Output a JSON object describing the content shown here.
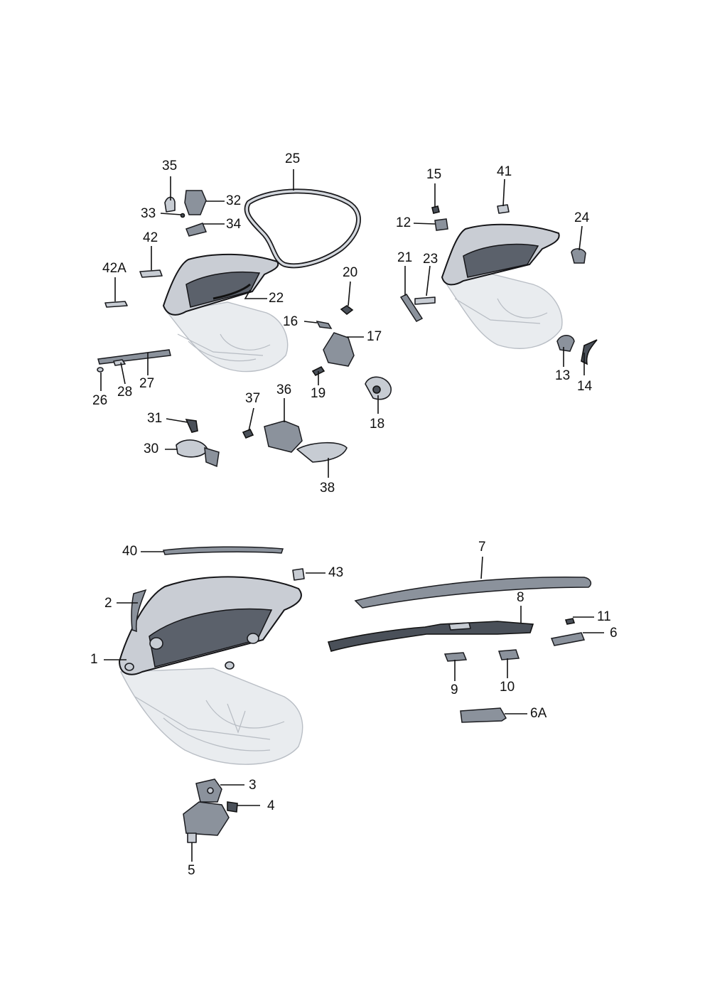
{
  "labels": [
    {
      "id": "35",
      "text": "35"
    },
    {
      "id": "25",
      "text": "25"
    },
    {
      "id": "32",
      "text": "32"
    },
    {
      "id": "33",
      "text": "33"
    },
    {
      "id": "34",
      "text": "34"
    },
    {
      "id": "42",
      "text": "42"
    },
    {
      "id": "42A",
      "text": "42A"
    },
    {
      "id": "20",
      "text": "20"
    },
    {
      "id": "22",
      "text": "22"
    },
    {
      "id": "16",
      "text": "16"
    },
    {
      "id": "17",
      "text": "17"
    },
    {
      "id": "19",
      "text": "19"
    },
    {
      "id": "18",
      "text": "18"
    },
    {
      "id": "27",
      "text": "27"
    },
    {
      "id": "28",
      "text": "28"
    },
    {
      "id": "26",
      "text": "26"
    },
    {
      "id": "37",
      "text": "37"
    },
    {
      "id": "36",
      "text": "36"
    },
    {
      "id": "31",
      "text": "31"
    },
    {
      "id": "30",
      "text": "30"
    },
    {
      "id": "38",
      "text": "38"
    },
    {
      "id": "15",
      "text": "15"
    },
    {
      "id": "41",
      "text": "41"
    },
    {
      "id": "12",
      "text": "12"
    },
    {
      "id": "24",
      "text": "24"
    },
    {
      "id": "21",
      "text": "21"
    },
    {
      "id": "23",
      "text": "23"
    },
    {
      "id": "13",
      "text": "13"
    },
    {
      "id": "14",
      "text": "14"
    },
    {
      "id": "40",
      "text": "40"
    },
    {
      "id": "43",
      "text": "43"
    },
    {
      "id": "7",
      "text": "7"
    },
    {
      "id": "2",
      "text": "2"
    },
    {
      "id": "8",
      "text": "8"
    },
    {
      "id": "11",
      "text": "11"
    },
    {
      "id": "6",
      "text": "6"
    },
    {
      "id": "1",
      "text": "1"
    },
    {
      "id": "9",
      "text": "9"
    },
    {
      "id": "10",
      "text": "10"
    },
    {
      "id": "6A",
      "text": "6A"
    },
    {
      "id": "3",
      "text": "3"
    },
    {
      "id": "4",
      "text": "4"
    },
    {
      "id": "5",
      "text": "5"
    }
  ],
  "colors": {
    "part_light": "#c7ccd3",
    "part_dark": "#4a5059",
    "body": "#e9ecef",
    "outline": "#1b1c20"
  }
}
